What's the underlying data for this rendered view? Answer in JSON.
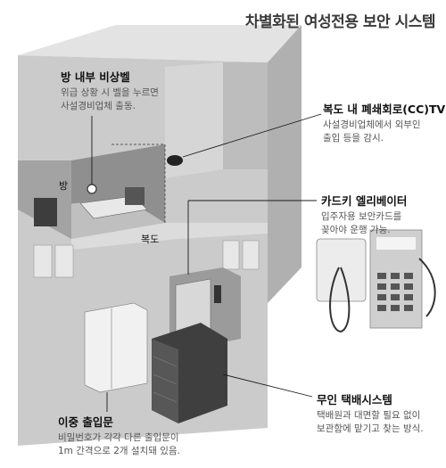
{
  "title": "차별화된 여성전용 보안 시스템",
  "callouts": {
    "alarm": {
      "head": "방 내부 비상벨",
      "lines": [
        "위급 상황 시 벨을 누르면",
        "사설경비업체 출동."
      ]
    },
    "cctv": {
      "head": "복도 내 폐쇄회로(CC)TV",
      "lines": [
        "사설경비업체에서 외부인",
        "출입 등을 감시."
      ]
    },
    "elevator": {
      "head": "카드키 엘리베이터",
      "lines": [
        "입주자용 보안카드를",
        "꽂아야 운행 가능."
      ]
    },
    "delivery": {
      "head": "무인 택배시스템",
      "lines": [
        "택배원과 대면할 필요 없이",
        "보관함에 맡기고 찾는 방식."
      ]
    },
    "door": {
      "head": "이중 출입문",
      "lines": [
        "비밀번호가 각각 다른 출입문이",
        "1m 간격으로 2개 설치돼 있음."
      ]
    }
  },
  "labels": {
    "room": "방",
    "corridor": "복도"
  },
  "colors": {
    "wall_front": "#c9c9c9",
    "wall_side": "#a9a9a9",
    "wall_top": "#e2e2e2",
    "dark": "#4a4a4a",
    "leader": "#1a1a1a"
  }
}
